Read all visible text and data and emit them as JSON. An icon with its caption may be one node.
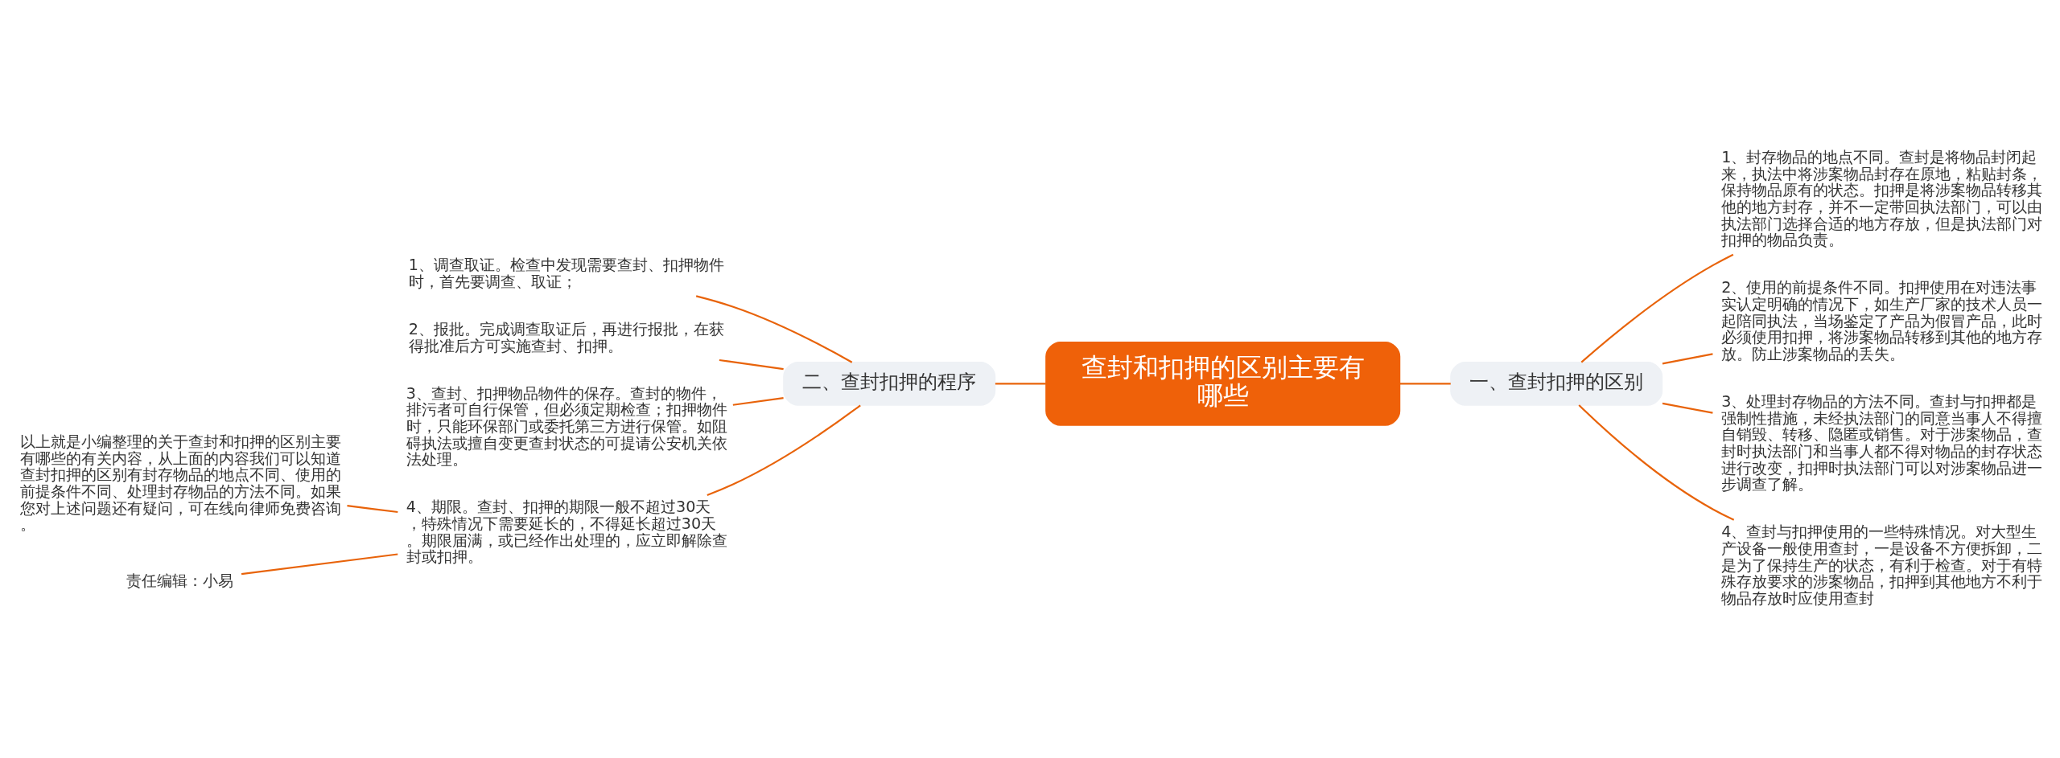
{
  "diagram": {
    "nodes": [
      {
        "text": [
          "查封和扣押的区别主要有哪些"
        ]
      },
      {
        "text": [
          "一、查封扣押的区别"
        ]
      },
      {
        "text": [
          "1、封存物品的地点不同。查封是将物品封闭起来，执法中将涉案物品封存在原地，粘贴封条，保持物品原有的状态。扣押是将涉案物品转移其他的地方封存，并不一定带回执法部门，可以由执法部门选择合适的地方存放，但是执法部门对扣押的物品负责。"
        ]
      },
      {
        "text": [
          "2、使用的前提条件不同。扣押使用在对违法事实认定明确的情况下，如生产厂家的技术人员一起陪同执法，当场鉴定了产品为假冒产品，此时必须使用扣押，将涉案物品转移到其他的地方存放。防止涉案物品的丢失。"
        ]
      },
      {
        "text": [
          "3、处理封存物品的方法不同。查封与扣押都是强制性措施，未经执法部门的同意当事人不得擅自销毁、转移、隐匿或销售。对于涉案物品，查封时执法部门和当事人都不得对物品的封存状态进行改变，扣押时执法部门可以对涉案物品进一步调查了解。"
        ]
      },
      {
        "text": [
          "4、查封与扣押使用的一些特殊情况。对大型生产设备一般使用查封，一是设备不方便拆卸，二是为了保持生产的状态，有利于检查。对于有特殊存放要求的涉案物品，扣押到其他地方不利于物品存放时应使用查封"
        ]
      },
      {
        "text": [
          "二、查封扣押的程序"
        ]
      },
      {
        "text": [
          "1、调查取证。检查中发现需要查封、扣押物件时，首先要调查、取证；"
        ]
      },
      {
        "text": [
          "2、报批。完成调查取证后，再进行报批，在获得批准后方可实施查封、扣押。"
        ]
      },
      {
        "text": [
          "3、查封、扣押物品物件的保存。查封的物件，排污者可自行保管，但必须定期检查；扣押物件时，只能环保部门或委托第三方进行保管。如阻碍执法或擅自变更查封状态的可提请公安机关依法处理。"
        ]
      },
      {
        "text": [
          "4、期限。查封、扣押的期限一般不超过30天，特殊情况下需要延长的，不得延长超过30天。期限届满，或已经作出处理的，应立即解除查封或扣押。"
        ]
      },
      {
        "text": [
          "以上就是小编整理的关于查封和扣押的区别主要有哪些的有关内容，从上面的内容我们可以知道查封扣押的区别有封存物品的地点不同、使用的前提条件不同、处理封存物品的方法不同。如果您对上述问题还有疑问，可在线向律师免费咨询。"
        ]
      },
      {
        "text": [
          "责任编辑：小易"
        ]
      }
    ],
    "edges": [
      {
        "from": 11,
        "to": 10,
        "arrow": "none"
      },
      {
        "from": 12,
        "to": 10,
        "arrow": "none"
      },
      {
        "from": 7,
        "to": 6,
        "arrow": "none"
      },
      {
        "from": 8,
        "to": 6,
        "arrow": "none"
      },
      {
        "from": 9,
        "to": 6,
        "arrow": "none"
      },
      {
        "from": 10,
        "to": 6,
        "arrow": "none"
      },
      {
        "from": 6,
        "to": 0,
        "arrow": "none"
      },
      {
        "from": 0,
        "to": 1,
        "arrow": "none"
      },
      {
        "from": 1,
        "to": 2,
        "arrow": "none"
      },
      {
        "from": 1,
        "to": 3,
        "arrow": "none"
      },
      {
        "from": 1,
        "to": 4,
        "arrow": "none"
      },
      {
        "from": 1,
        "to": 5,
        "arrow": "none"
      }
    ]
  }
}
